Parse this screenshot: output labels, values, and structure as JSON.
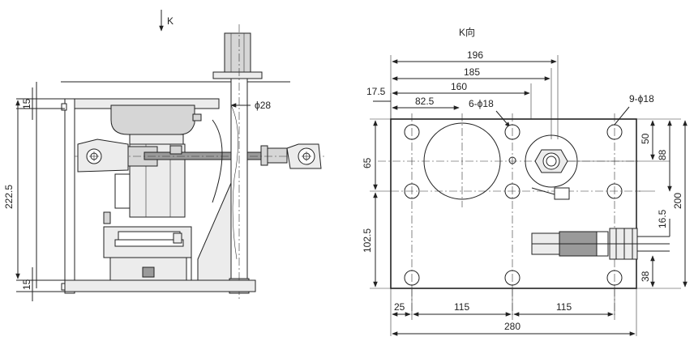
{
  "side_view": {
    "view_marker": "K",
    "dimensions": {
      "shaft_dia": "ϕ28",
      "top_plate": "15",
      "height": "222.5",
      "bottom_plate": "15"
    }
  },
  "plan_view": {
    "title": "K向",
    "dimensions": {
      "w196": "196",
      "w185": "185",
      "w160": "160",
      "edge_17_5": "17.5",
      "w82_5": "82.5",
      "holes_6": "6-ϕ18",
      "holes_9": "9-ϕ18",
      "v65": "65",
      "v102_5": "102.5",
      "r50": "50",
      "r88": "88",
      "r200": "200",
      "r16_5": "16.5",
      "r38": "38",
      "b25": "25",
      "b115a": "115",
      "b115b": "115",
      "b280": "280"
    }
  }
}
